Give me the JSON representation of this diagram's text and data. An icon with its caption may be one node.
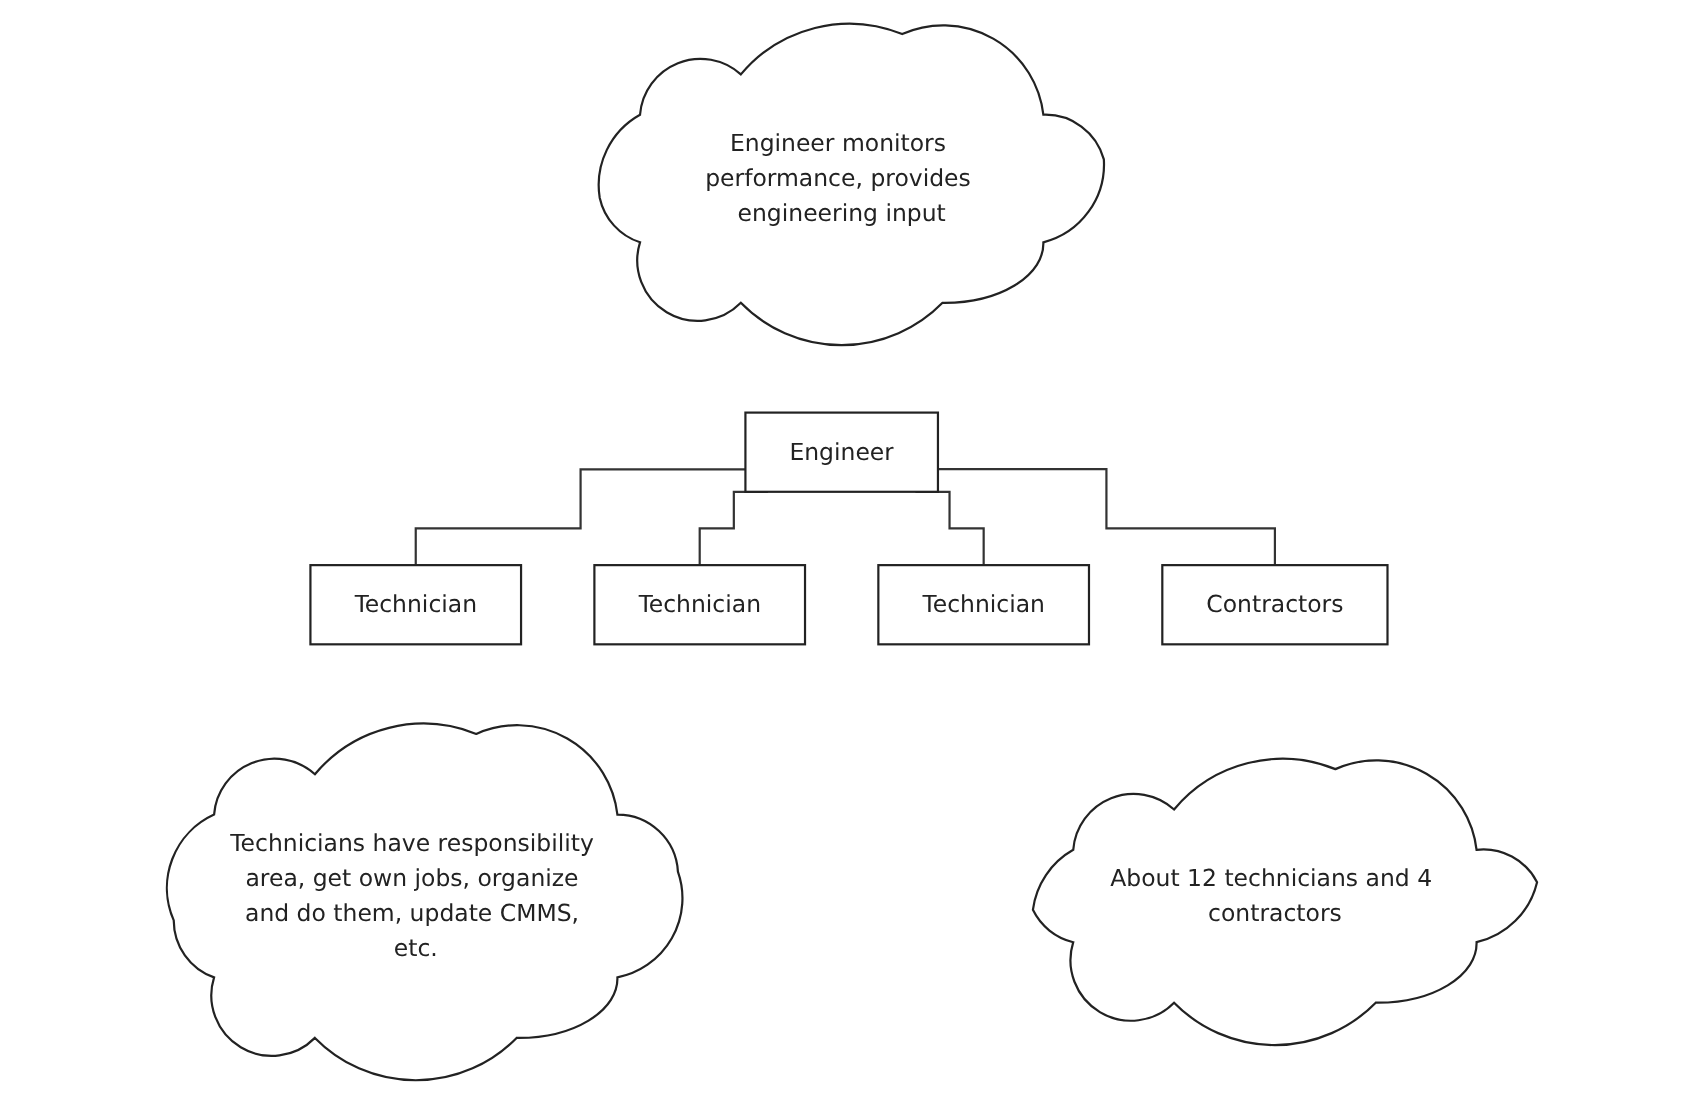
{
  "diagram": {
    "nodes": [
      {
        "text": [
          "Engineer monitors performance, provides engineering input"
        ]
      },
      {
        "text": [
          "Engineer"
        ]
      },
      {
        "text": [
          "Technician"
        ]
      },
      {
        "text": [
          "Technician"
        ]
      },
      {
        "text": [
          "Technician"
        ]
      },
      {
        "text": [
          "Contractors"
        ]
      },
      {
        "text": [
          "Technicians have responsibility area, get own jobs, organize and do them, update CMMS, etc."
        ]
      },
      {
        "text": [
          "About 12 technicians and 4 contractors"
        ]
      }
    ],
    "edges": [
      {
        "from": 1,
        "to": 2,
        "arrow": "none"
      },
      {
        "from": 1,
        "to": 3,
        "arrow": "none"
      },
      {
        "from": 1,
        "to": 4,
        "arrow": "none"
      },
      {
        "from": 1,
        "to": 5,
        "arrow": "none"
      }
    ]
  }
}
